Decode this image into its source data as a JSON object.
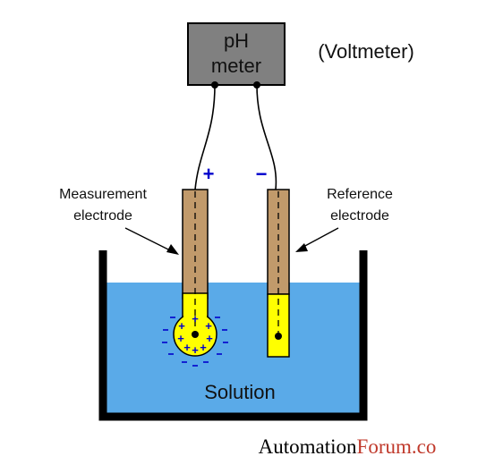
{
  "meter": {
    "line1": "pH",
    "line2": "meter",
    "caption": "(Voltmeter)"
  },
  "terminals": {
    "positive": "+",
    "negative": "−"
  },
  "labels": {
    "measurement": {
      "line1": "Measurement",
      "line2": "electrode"
    },
    "reference": {
      "line1": "Reference",
      "line2": "electrode"
    },
    "solution": "Solution"
  },
  "watermark": {
    "part1": "Automation",
    "part2": "Forum.co"
  },
  "colors": {
    "meter_fill": "#808080",
    "solution": "#5aaae8",
    "electrode_body": "#c19a6b",
    "electrolyte": "#ffff00",
    "sign_blue": "#0000cc",
    "watermark_dark": "#000000",
    "watermark_accent": "#c0392b"
  }
}
